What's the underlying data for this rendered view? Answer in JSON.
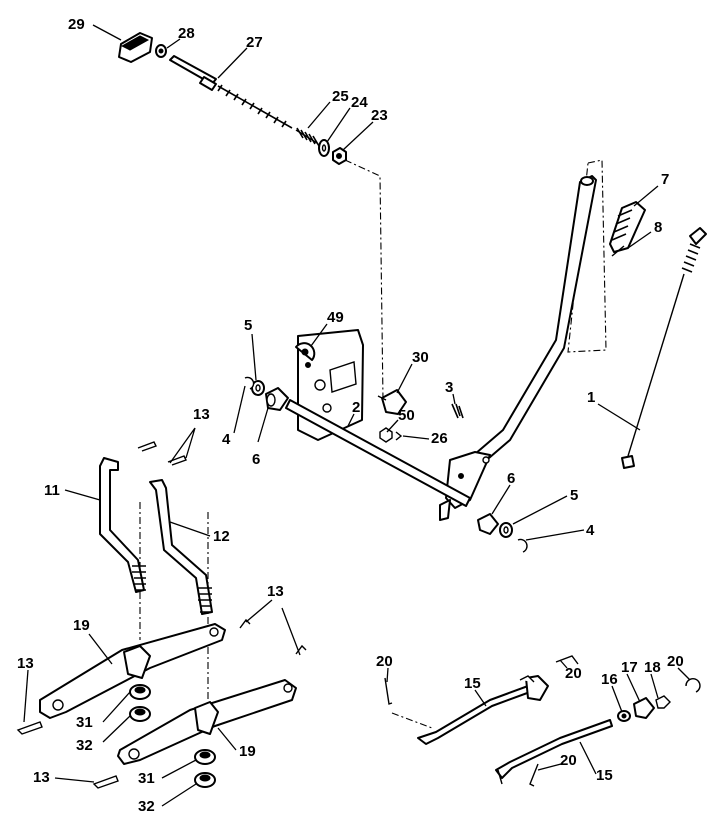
{
  "diagram": {
    "labels": [
      {
        "id": "p29",
        "text": "29"
      },
      {
        "id": "p28",
        "text": "28"
      },
      {
        "id": "p27",
        "text": "27"
      },
      {
        "id": "p25",
        "text": "25"
      },
      {
        "id": "p24",
        "text": "24"
      },
      {
        "id": "p23",
        "text": "23"
      },
      {
        "id": "p7",
        "text": "7"
      },
      {
        "id": "p8",
        "text": "8"
      },
      {
        "id": "p5a",
        "text": "5"
      },
      {
        "id": "p49",
        "text": "49"
      },
      {
        "id": "p30",
        "text": "30"
      },
      {
        "id": "p3",
        "text": "3"
      },
      {
        "id": "p13a",
        "text": "13"
      },
      {
        "id": "p4a",
        "text": "4"
      },
      {
        "id": "p6a",
        "text": "6"
      },
      {
        "id": "p2",
        "text": "2"
      },
      {
        "id": "p50",
        "text": "50"
      },
      {
        "id": "p26",
        "text": "26"
      },
      {
        "id": "p1",
        "text": "1"
      },
      {
        "id": "p11",
        "text": "11"
      },
      {
        "id": "p12",
        "text": "12"
      },
      {
        "id": "p6b",
        "text": "6"
      },
      {
        "id": "p5b",
        "text": "5"
      },
      {
        "id": "p4b",
        "text": "4"
      },
      {
        "id": "p13b",
        "text": "13"
      },
      {
        "id": "p19a",
        "text": "19"
      },
      {
        "id": "p13c",
        "text": "13"
      },
      {
        "id": "p31a",
        "text": "31"
      },
      {
        "id": "p32a",
        "text": "32"
      },
      {
        "id": "p19b",
        "text": "19"
      },
      {
        "id": "p13d",
        "text": "13"
      },
      {
        "id": "p31b",
        "text": "31"
      },
      {
        "id": "p32b",
        "text": "32"
      },
      {
        "id": "p20a",
        "text": "20"
      },
      {
        "id": "p15a",
        "text": "15"
      },
      {
        "id": "p20b",
        "text": "20"
      },
      {
        "id": "p16",
        "text": "16"
      },
      {
        "id": "p17",
        "text": "17"
      },
      {
        "id": "p18",
        "text": "18"
      },
      {
        "id": "p20c",
        "text": "20"
      },
      {
        "id": "p20d",
        "text": "20"
      },
      {
        "id": "p15b",
        "text": "15"
      }
    ]
  }
}
